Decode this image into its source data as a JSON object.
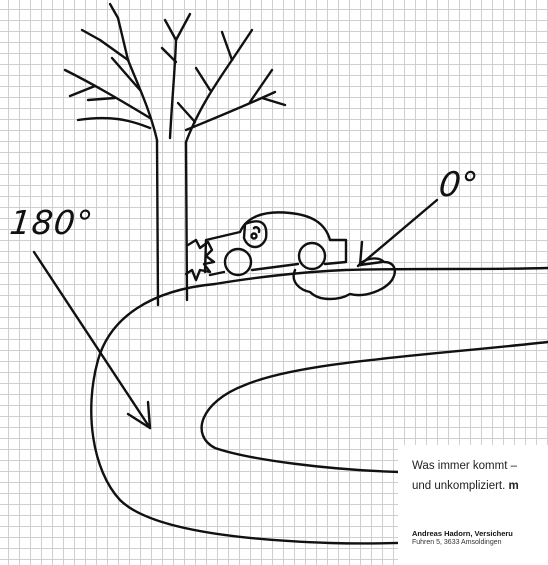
{
  "illustration": {
    "angle_180_label": "180°",
    "angle_0_label": "0°",
    "icons": [
      "tree-icon",
      "car-icon",
      "impact-spark-icon",
      "puddle-icon"
    ]
  },
  "ad": {
    "line1": "Was immer kommt –",
    "line2_prefix": "und unkompliziert. ",
    "line2_bold": "m",
    "contact_name": "Andreas Hadorn, Versicheru",
    "contact_address": "Fuhren 5, 3633 Amsoldingen"
  }
}
